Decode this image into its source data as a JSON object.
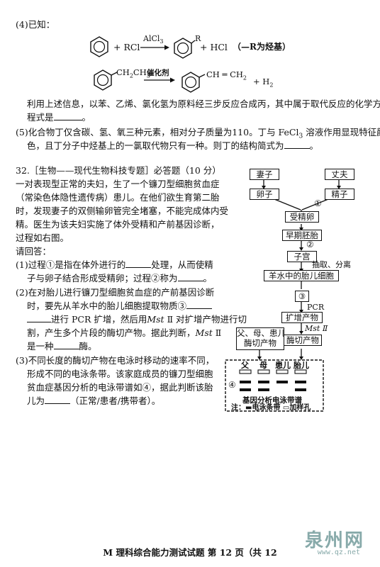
{
  "q4": {
    "given": "(4)已知：",
    "r1_reagent1": "+ RCl",
    "r1_catalyst": "AlCl",
    "r1_catalyst_sub": "3",
    "r1_R": "R",
    "r1_product2": "+ HCl",
    "r1_note": "（—R为烃基）",
    "r2_left": "CH",
    "r2_left_sub1": "2",
    "r2_left_mid": "CH",
    "r2_left_sub2": "3",
    "r2_catalyst": "催化剂",
    "r2_right": "CH ═ CH",
    "r2_right_sub": "2",
    "r2_h2": "+ H",
    "r2_h2_sub": "2",
    "text1": "利用上述信息，以苯、乙烯、氯化氢为原料经三步反应合成丙，其中属于取代反应的化学方",
    "text2": "程式是",
    "text2_end": "。"
  },
  "q5": {
    "line1": "(5)化合物丁仅含碳、氢、氧三种元素，相对分子质量为110。丁与 FeCl",
    "line1_sub": "3",
    "line1_end": " 溶液作用显现特征颜",
    "line2": "色，且丁分子中烃基上的一氯取代物只有一种。则丁的结构简式为",
    "line2_end": "。"
  },
  "q32": {
    "header": "32.［生物——现代生物科技专题］必答题（10 分）",
    "p1": "一对表现型正常的夫妇，生了一个镰刀型细胞贫血症",
    "p2": "（常染色体隐性遗传病）患儿。在他们欲生育第二胎",
    "p3": "时，发现妻子的双侧输卵管完全堵塞，不能完成体内受",
    "p4": "精。医生为该夫妇实施了体外受精和产前基因诊断，",
    "p5": "过程如右图。",
    "ask": "请回答：",
    "a1_1": "(1)过程①是指在体外进行的",
    "a1_1b": "处理，从而使精",
    "a1_2": "子与卵子结合形成受精卵；过程②称为",
    "a1_2b": "。",
    "a2_1": "(2)在对胎儿进行镰刀型细胞贫血症的产前基因诊断",
    "a2_2": "时，要先从羊水中的胎儿细胞提取物质③",
    "a2_3": "进行 PCR 扩增，然后用",
    "a2_3i": "Mst",
    "a2_3c": " Ⅱ 对扩增产物进行切",
    "a2_4a": "割，产生多个片段的酶切产物。据此判断，",
    "a2_4i": "Mst",
    "a2_4c": " Ⅱ",
    "a2_5": "是一种",
    "a2_5b": "酶。",
    "a3_1": "(3)不同长度的酶切产物在电泳时移动的速率不同，",
    "a3_2": "形成不同的电泳条带。该家庭成员的镰刀型细胞",
    "a3_3": "贫血症基因分析的电泳带谱如④，据此判断该胎",
    "a3_4": "儿为",
    "a3_4b": "（正常/患者/携带者）。"
  },
  "diagram": {
    "wife": "妻子",
    "husband": "丈夫",
    "egg": "卵子",
    "sperm": "精子",
    "circle1": "①",
    "zygote": "受精卵",
    "embryo": "早期胚胎",
    "circle2": "②",
    "uterus": "子宫",
    "extract": "抽取、分离",
    "fetal_cells": "羊水中的胎儿细胞",
    "circle3": "③",
    "pcr": "PCR",
    "amplified": "扩增产物",
    "mst": "Mst Ⅱ",
    "parents_products_1": "父、母、患儿",
    "parents_products_2": "酶切产物",
    "fetus_products": "酶切产物",
    "lane_labels": [
      "父",
      "母",
      "患儿",
      "胎儿"
    ],
    "circle4": "④",
    "caption": "基因分析电泳带谱",
    "legend": "注：▬电泳条带 ▭加样孔"
  },
  "footer": {
    "text": "M 理科综合能力测试试题 第 12 页（共 12"
  },
  "watermark": {
    "brand": "泉州网",
    "url": "www.qz.net"
  }
}
